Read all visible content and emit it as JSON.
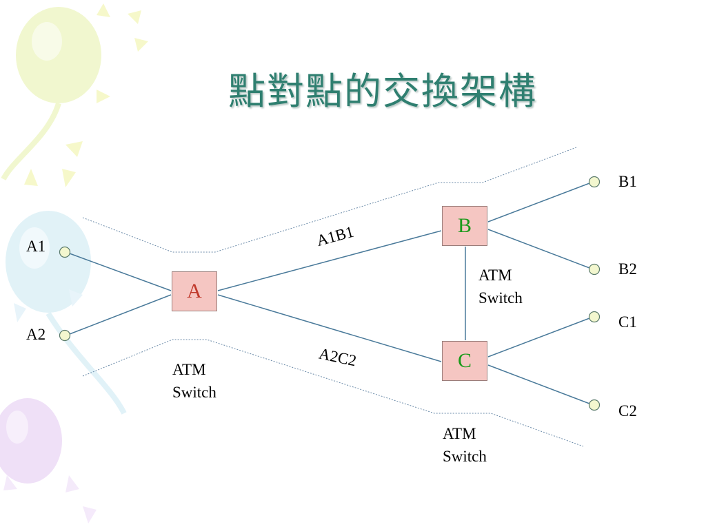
{
  "title": "點對點的交換架構",
  "switches": [
    {
      "id": "A",
      "label": "A",
      "color": "#c0392b"
    },
    {
      "id": "B",
      "label": "B",
      "color": "#1a9a1a"
    },
    {
      "id": "C",
      "label": "C",
      "color": "#1a9a1a"
    }
  ],
  "endpoints": [
    "A1",
    "A2",
    "B1",
    "B2",
    "C1",
    "C2"
  ],
  "connections": [
    {
      "label": "A1B1"
    },
    {
      "label": "A2C2"
    }
  ],
  "atm_switch_label": {
    "line1": "ATM",
    "line2": "Switch"
  },
  "colors": {
    "title": "#2f7f70",
    "line": "#4a7a9a",
    "node_fill": "#f5c6c2",
    "endpoint_fill": "#f3f7cf"
  }
}
